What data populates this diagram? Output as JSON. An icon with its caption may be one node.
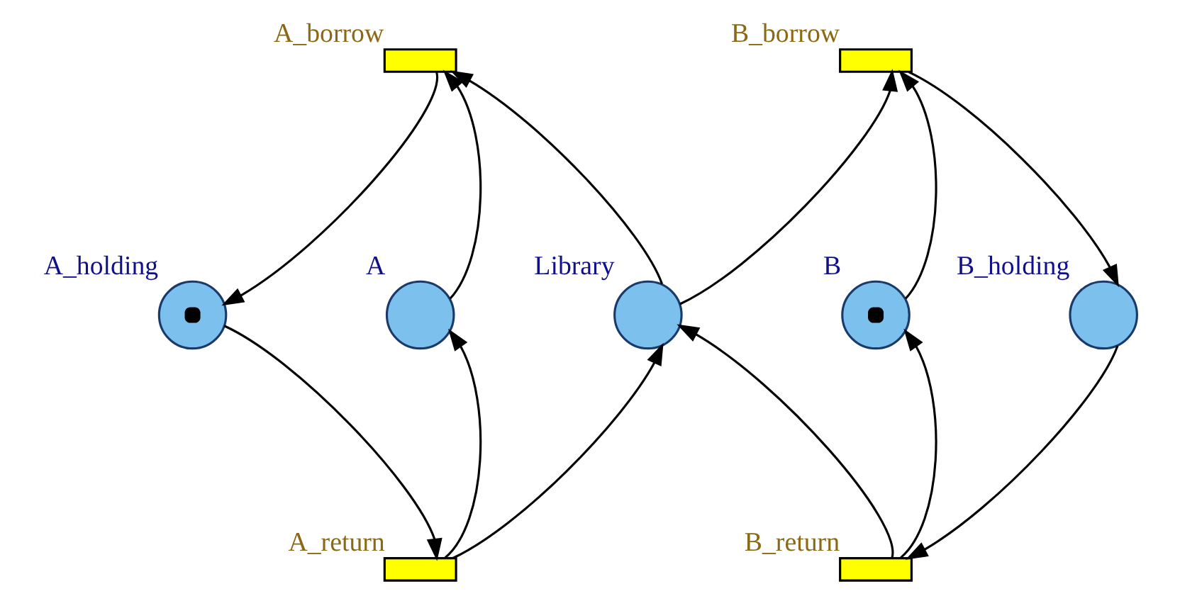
{
  "diagram": {
    "nodes": [
      {
        "text": [],
        "shape": "bar",
        "beside": [
          "A_borrow"
        ]
      },
      {
        "text": [],
        "shape": "bar",
        "beside": [
          "B_borrow"
        ]
      },
      {
        "text": [],
        "shape": "circle",
        "beside": [
          "A_holding"
        ]
      },
      {
        "text": [],
        "shape": "circle",
        "beside": [
          "A"
        ]
      },
      {
        "text": [],
        "shape": "circle",
        "beside": [
          "Library"
        ]
      },
      {
        "text": [],
        "shape": "circle",
        "beside": [
          "B"
        ]
      },
      {
        "text": [],
        "shape": "circle",
        "beside": [
          "B_holding"
        ]
      },
      {
        "text": [],
        "shape": "bar",
        "beside": [
          "A_return"
        ]
      },
      {
        "text": [],
        "shape": "bar",
        "beside": [
          "B_return"
        ]
      }
    ],
    "edges": [
      {
        "from": 0,
        "to": 2,
        "arrow": "to"
      },
      {
        "from": 3,
        "to": 0,
        "arrow": "to"
      },
      {
        "from": 4,
        "to": 0,
        "arrow": "to"
      },
      {
        "from": 4,
        "to": 1,
        "arrow": "to"
      },
      {
        "from": 5,
        "to": 1,
        "arrow": "to"
      },
      {
        "from": 1,
        "to": 6,
        "arrow": "to"
      },
      {
        "from": 2,
        "to": 7,
        "arrow": "to"
      },
      {
        "from": 7,
        "to": 3,
        "arrow": "to"
      },
      {
        "from": 7,
        "to": 4,
        "arrow": "to"
      },
      {
        "from": 8,
        "to": 4,
        "arrow": "to"
      },
      {
        "from": 8,
        "to": 5,
        "arrow": "to"
      },
      {
        "from": 6,
        "to": 8,
        "arrow": "to"
      }
    ]
  }
}
